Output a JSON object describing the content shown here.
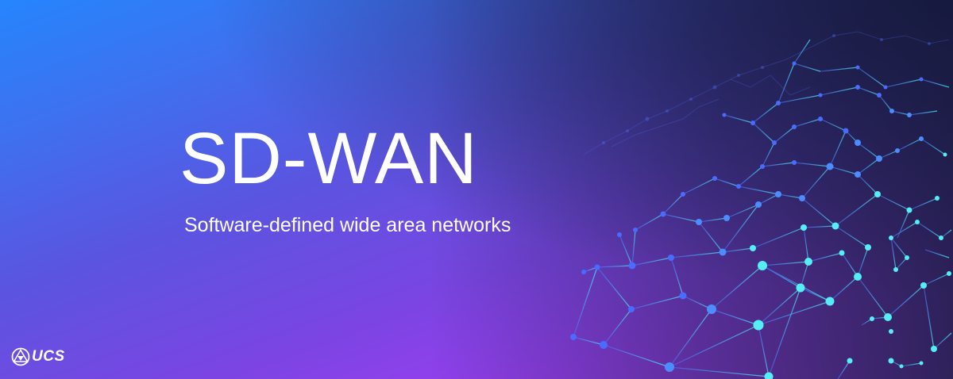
{
  "banner": {
    "title": "SD-WAN",
    "subtitle": "Software-defined wide area networks",
    "logo": {
      "icon": "triangle-in-circle-logo-icon",
      "text": "UCS"
    },
    "background": {
      "gradient_top_left": "#2585fd",
      "gradient_bottom_left": "#b13efa",
      "gradient_mid_bottom": "#6a4ad8",
      "gradient_top_right": "#1a1f45"
    },
    "decoration": {
      "type": "network-mesh-illustration",
      "node_color_blue": "#3f6cff",
      "node_color_cyan": "#4ff0f5"
    }
  }
}
